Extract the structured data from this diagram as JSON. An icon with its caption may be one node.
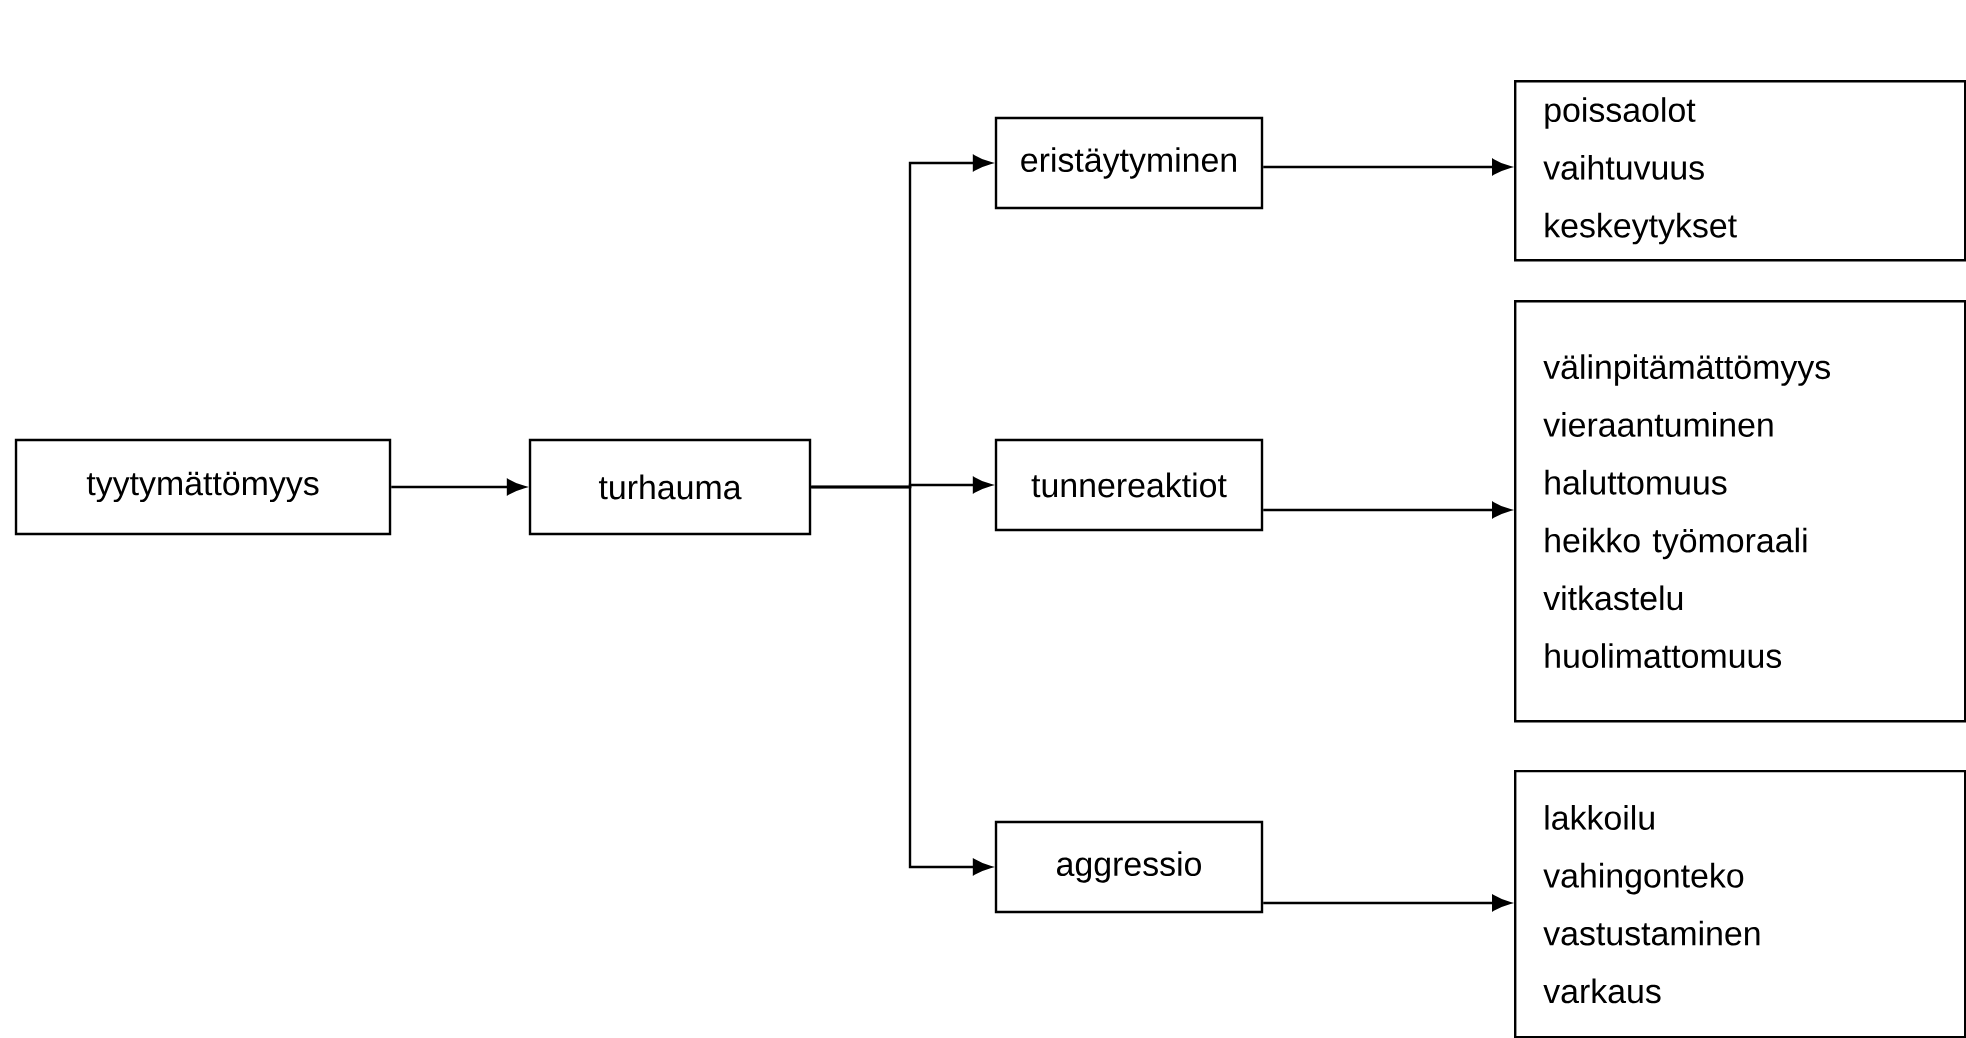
{
  "diagram": {
    "nodes": [
      {
        "text": [
          "tyytymättömyys"
        ]
      },
      {
        "text": [
          "turhauma"
        ]
      },
      {
        "text": [
          "eristäytyminen"
        ]
      },
      {
        "text": [
          "tunnereaktiot"
        ]
      },
      {
        "text": [
          "aggressio"
        ]
      },
      {
        "text": [
          "poissaolot",
          "vaihtuvuus",
          "keskeytykset"
        ]
      },
      {
        "text": [
          "välinpitämättömyys",
          "vieraantuminen",
          "haluttomuus",
          "heikko työmoraali",
          "vitkastelu",
          "huolimattomuus"
        ]
      },
      {
        "text": [
          "lakkoilu",
          "vahingonteko",
          "vastustaminen",
          "varkaus"
        ]
      }
    ],
    "edges": [
      {
        "from": 0,
        "to": 1,
        "arrow": "to"
      },
      {
        "from": 1,
        "to": 2,
        "arrow": "to"
      },
      {
        "from": 1,
        "to": 3,
        "arrow": "to"
      },
      {
        "from": 1,
        "to": 4,
        "arrow": "to"
      },
      {
        "from": 2,
        "to": 5,
        "arrow": "to"
      },
      {
        "from": 3,
        "to": 6,
        "arrow": "to"
      },
      {
        "from": 4,
        "to": 7,
        "arrow": "to"
      }
    ]
  }
}
